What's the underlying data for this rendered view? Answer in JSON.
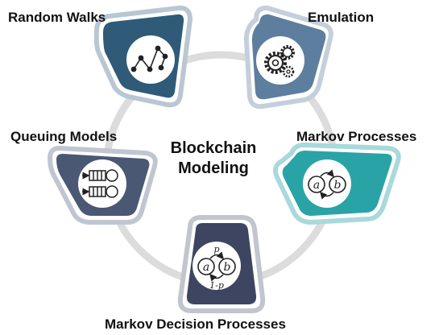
{
  "diagram": {
    "center": {
      "line1": "Blockchain",
      "line2": "Modeling"
    },
    "nodes": [
      {
        "id": "random-walks",
        "label": "Random Walks",
        "icon": "random-walk-icon",
        "color": "#2f5b78"
      },
      {
        "id": "emulation",
        "label": "Emulation",
        "icon": "gears-icon",
        "color": "#5e7ea0"
      },
      {
        "id": "queuing-models",
        "label": "Queuing Models",
        "icon": "queue-icon",
        "color": "#4a5874"
      },
      {
        "id": "markov-processes",
        "label": "Markov Processes",
        "icon": "markov-chain-icon",
        "color": "#2aa3a6"
      },
      {
        "id": "markov-decision-processes",
        "label": "Markov Decision Processes",
        "icon": "markov-decision-icon",
        "color": "#3d4560"
      }
    ],
    "state_a": "a",
    "state_b": "b",
    "prob_p": "p",
    "prob_1p": "1-p",
    "ring_color": "#dcdcdc"
  }
}
